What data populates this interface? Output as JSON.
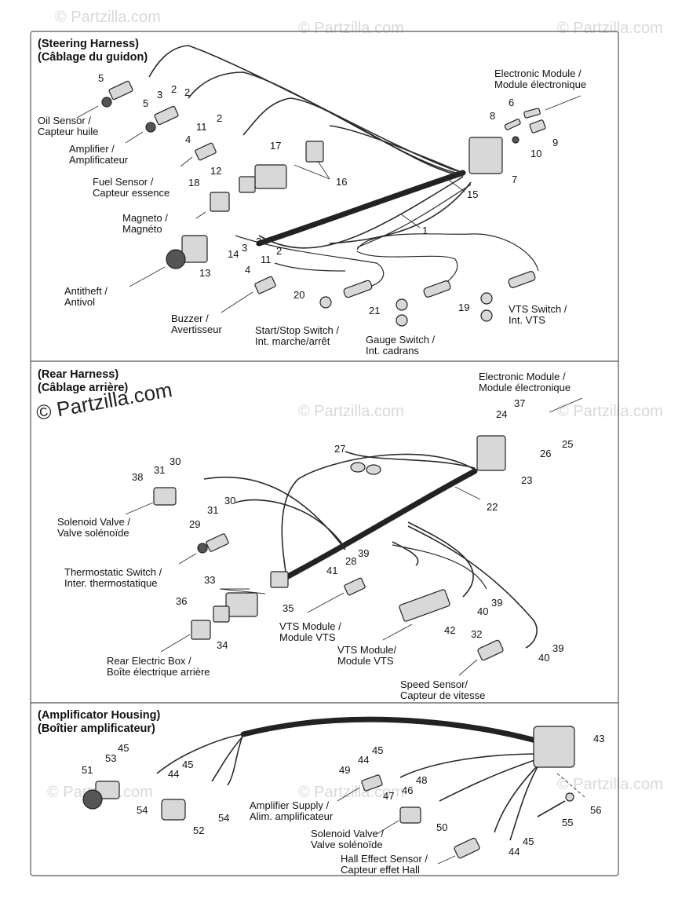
{
  "sections": [
    {
      "title_line1": "(Steering Harness)",
      "title_line2": "(Câblage du guidon)"
    },
    {
      "title_line1": "(Rear Harness)",
      "title_line2": "(Câblage arrière)"
    },
    {
      "title_line1": "(Amplificator Housing)",
      "title_line2": "(Boîtier amplificateur)"
    }
  ],
  "watermark": "© Partzilla.com",
  "labels": {
    "oil_sensor": [
      "Oil Sensor /",
      "Capteur huile"
    ],
    "amplifier": [
      "Amplifier /",
      "Amplificateur"
    ],
    "fuel_sensor": [
      "Fuel Sensor /",
      "Capteur essence"
    ],
    "magneto": [
      "Magneto /",
      "Magnéto"
    ],
    "antitheft": [
      "Antitheft /",
      "Antivol"
    ],
    "buzzer": [
      "Buzzer /",
      "Avertisseur"
    ],
    "start_stop": [
      "Start/Stop Switch /",
      "Int. marche/arrêt"
    ],
    "gauge_switch": [
      "Gauge Switch /",
      "Int. cadrans"
    ],
    "vts_switch": [
      "VTS Switch /",
      "Int. VTS"
    ],
    "electronic_module_1": [
      "Electronic Module /",
      "Module électronique"
    ],
    "electronic_module_2": [
      "Electronic Module /",
      "Module électronique"
    ],
    "solenoid_valve_1": [
      "Solenoid Valve /",
      "Valve solénoïde"
    ],
    "thermostatic": [
      "Thermostatic Switch /",
      "Inter. thermostatique"
    ],
    "rear_electric_box": [
      "Rear Electric Box /",
      "Boîte électrique arrière"
    ],
    "vts_module_1": [
      "VTS Module /",
      "Module VTS"
    ],
    "vts_module_2": [
      "VTS Module/",
      "Module VTS"
    ],
    "speed_sensor": [
      "Speed Sensor/",
      "Capteur de vitesse"
    ],
    "amplifier_supply": [
      "Amplifier Supply /",
      "Alim. amplificateur"
    ],
    "solenoid_valve_2": [
      "Solenoid Valve /",
      "Valve solénoïde"
    ],
    "hall_effect": [
      "Hall Effect Sensor /",
      "Capteur effet Hall"
    ]
  },
  "callouts": {
    "c1": "1",
    "c2a": "2",
    "c2b": "2",
    "c2c": "2",
    "c2d": "2",
    "c3a": "3",
    "c3b": "3",
    "c4a": "4",
    "c4b": "4",
    "c5a": "5",
    "c5b": "5",
    "c6": "6",
    "c7": "7",
    "c8": "8",
    "c9": "9",
    "c10": "10",
    "c11a": "11",
    "c11b": "11",
    "c12": "12",
    "c13": "13",
    "c14": "14",
    "c15": "15",
    "c16": "16",
    "c17": "17",
    "c18": "18",
    "c19": "19",
    "c20": "20",
    "c21": "21",
    "c22": "22",
    "c23": "23",
    "c24": "24",
    "c25": "25",
    "c26": "26",
    "c27": "27",
    "c28": "28",
    "c29": "29",
    "c30a": "30",
    "c30b": "30",
    "c31a": "31",
    "c31b": "31",
    "c32": "32",
    "c33": "33",
    "c34": "34",
    "c35": "35",
    "c36": "36",
    "c37": "37",
    "c38": "38",
    "c39a": "39",
    "c39b": "39",
    "c39c": "39",
    "c40a": "40",
    "c40b": "40",
    "c41": "41",
    "c42": "42",
    "c43": "43",
    "c44a": "44",
    "c44b": "44",
    "c44c": "44",
    "c45a": "45",
    "c45b": "45",
    "c45c": "45",
    "c45d": "45",
    "c46": "46",
    "c47": "47",
    "c48": "48",
    "c49": "49",
    "c50": "50",
    "c51": "51",
    "c52": "52",
    "c53": "53",
    "c54a": "54",
    "c54b": "54",
    "c55": "55",
    "c56": "56"
  }
}
